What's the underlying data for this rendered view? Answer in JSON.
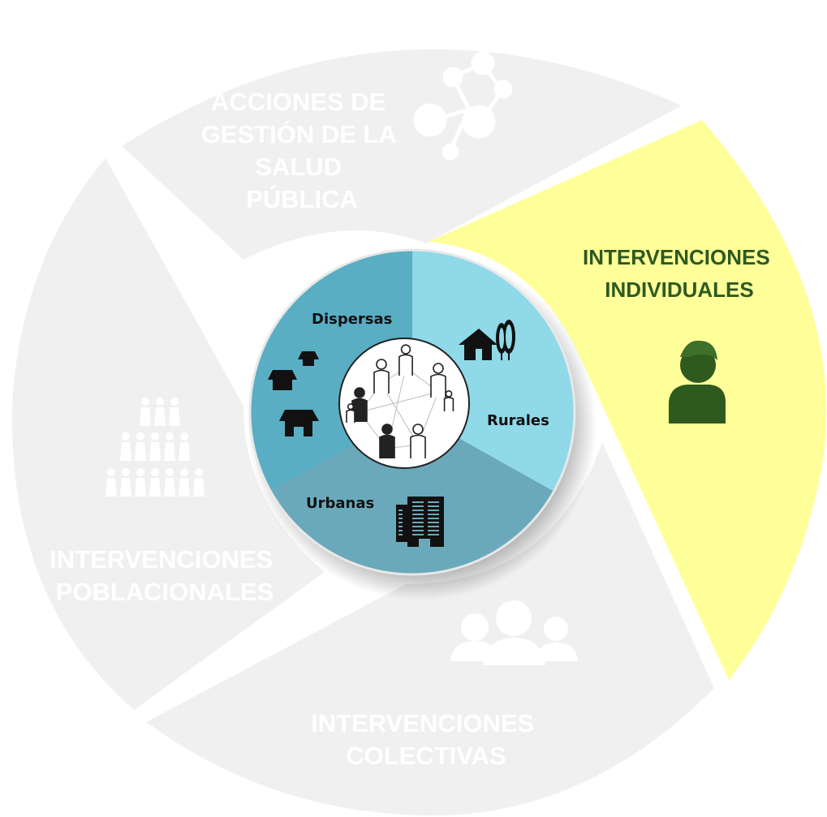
{
  "segments": {
    "acciones": {
      "lines": [
        "ACCIONES DE",
        "GESTIÓN DE LA",
        "SALUD",
        "PÚBLICA"
      ],
      "icon": "network-people-icon"
    },
    "individuales": {
      "lines": [
        "INTERVENCIONES",
        "INDIVIDUALES"
      ],
      "icon": "person-icon"
    },
    "colectivas": {
      "lines": [
        "INTERVENCIONES",
        "COLECTIVAS"
      ],
      "icon": "group-icon"
    },
    "poblacionales": {
      "lines": [
        "INTERVENCIONES",
        "POBLACIONALES"
      ],
      "icon": "crowd-icon"
    }
  },
  "center": {
    "zones": [
      "Dispersas",
      "Rurales",
      "Urbanas"
    ],
    "icons": [
      "huts-icon",
      "house-trees-icon",
      "buildings-icon",
      "community-people-icon"
    ]
  },
  "colors": {
    "segment_gray": "#f0f0f0",
    "segment_highlight": "#ffff99",
    "highlight_text": "#2e5a1f",
    "zone_dispersas": "#5aaec4",
    "zone_rurales": "#8fd9e8",
    "zone_urbanas": "#6aa9bb"
  }
}
